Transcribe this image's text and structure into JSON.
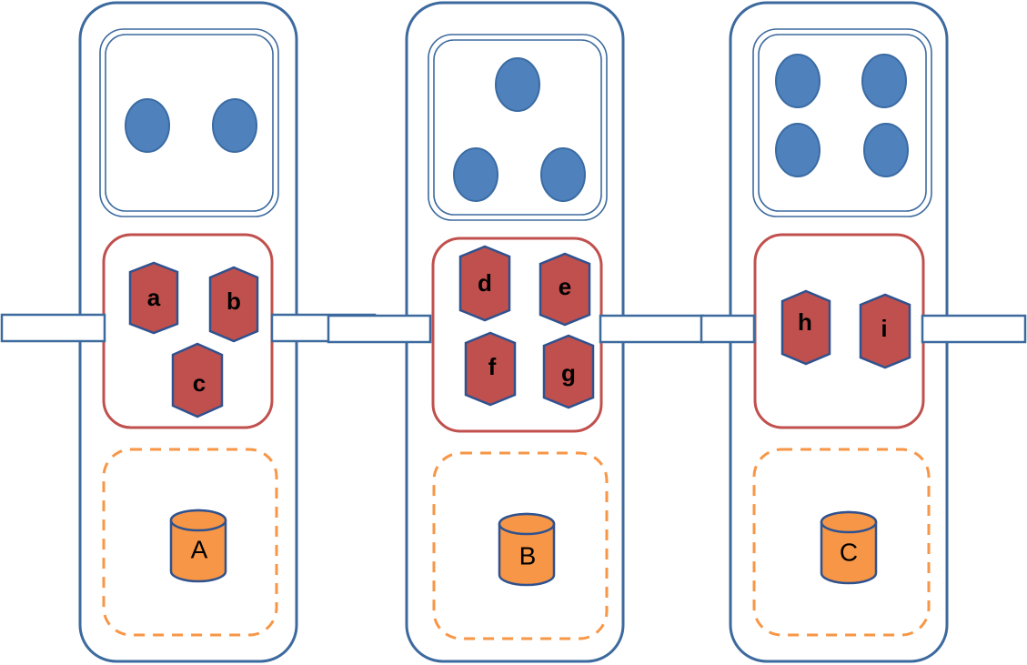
{
  "diagram": {
    "columns": [
      {
        "node_count": 2,
        "processes": [
          "a",
          "b",
          "c"
        ],
        "store_label": "A"
      },
      {
        "node_count": 3,
        "processes": [
          "d",
          "e",
          "f",
          "g"
        ],
        "store_label": "B"
      },
      {
        "node_count": 4,
        "processes": [
          "h",
          "i"
        ],
        "store_label": "C"
      }
    ],
    "link_count": 6
  },
  "colors": {
    "frame": "#3d6a9e",
    "node_fill": "#4f81bd",
    "process_fill": "#c0504d",
    "process_border": "#c0504d",
    "store_fill": "#f79646",
    "store_border": "#f79646"
  }
}
